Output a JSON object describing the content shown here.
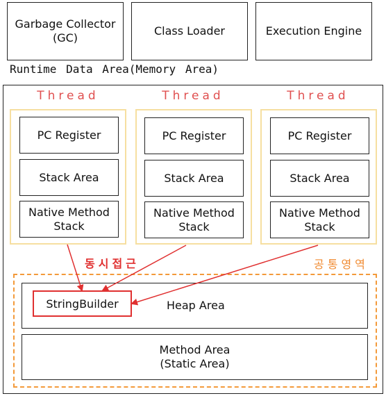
{
  "top_boxes": {
    "gc": "Garbage Collector\n(GC)",
    "class_loader": "Class Loader",
    "execution_engine": "Execution Engine"
  },
  "runtime_label": "Runtime Data Area(Memory Area)",
  "threads": [
    {
      "title": "Thread",
      "pc": "PC Register",
      "stack": "Stack Area",
      "native": "Native Method\nStack"
    },
    {
      "title": "Thread",
      "pc": "PC Register",
      "stack": "Stack Area",
      "native": "Native Method\nStack"
    },
    {
      "title": "Thread",
      "pc": "PC Register",
      "stack": "Stack Area",
      "native": "Native Method\nStack"
    }
  ],
  "concurrent_access": "동시접근",
  "shared_area": "공통영역",
  "heap": {
    "label": "Heap Area",
    "string_builder": "StringBuilder"
  },
  "method_area": "Method Area\n(Static Area)",
  "colors": {
    "thread_frame": "#f6dfa0",
    "arrow": "#e03030",
    "shared_dash": "#f39a3a"
  }
}
